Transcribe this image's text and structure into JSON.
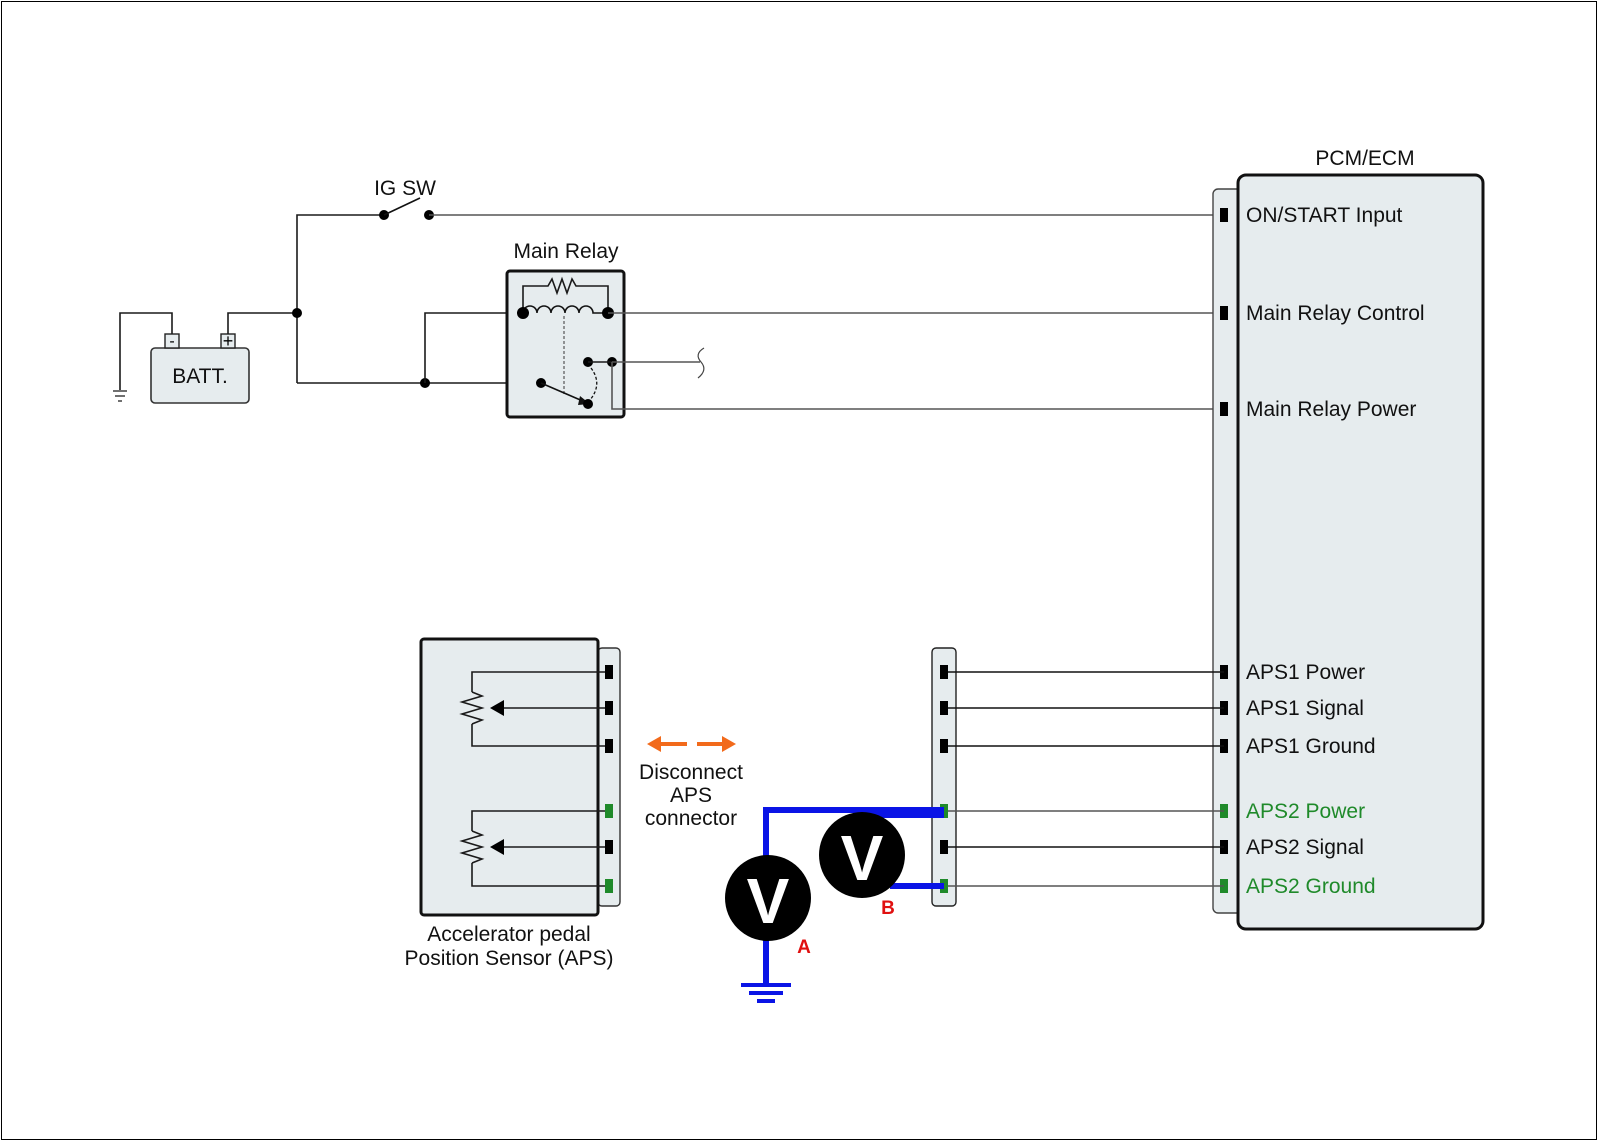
{
  "diagram": {
    "title": "APS circuit inspection wiring diagram",
    "colors": {
      "pin_default": "#000000",
      "pin_highlight": "#1f8a2a",
      "probe_wire": "#0a14e6",
      "disconnect_arrow": "#f26a1b",
      "meter_label": "#e01010",
      "component_fill": "#e6ecee"
    },
    "components": {
      "battery": {
        "label": "BATT.",
        "neg": "-",
        "pos": "+"
      },
      "ignition_switch": {
        "label": "IG SW"
      },
      "main_relay": {
        "label": "Main Relay"
      },
      "ecm": {
        "label": "PCM/ECM"
      },
      "aps": {
        "label_line1": "Accelerator pedal",
        "label_line2": "Position Sensor (APS)"
      }
    },
    "ecm_pins": [
      {
        "label": "ON/START Input",
        "highlight": false
      },
      {
        "label": "Main Relay Control",
        "highlight": false
      },
      {
        "label": "Main Relay Power",
        "highlight": false
      },
      {
        "label": "APS1 Power",
        "highlight": false
      },
      {
        "label": "APS1 Signal",
        "highlight": false
      },
      {
        "label": "APS1 Ground",
        "highlight": false
      },
      {
        "label": "APS2 Power",
        "highlight": true
      },
      {
        "label": "APS2 Signal",
        "highlight": false
      },
      {
        "label": "APS2 Ground",
        "highlight": true
      }
    ],
    "disconnect_note": {
      "line1": "Disconnect",
      "line2": "APS",
      "line3": "connector"
    },
    "meters": [
      {
        "symbol": "V",
        "tag": "A"
      },
      {
        "symbol": "V",
        "tag": "B"
      }
    ]
  }
}
